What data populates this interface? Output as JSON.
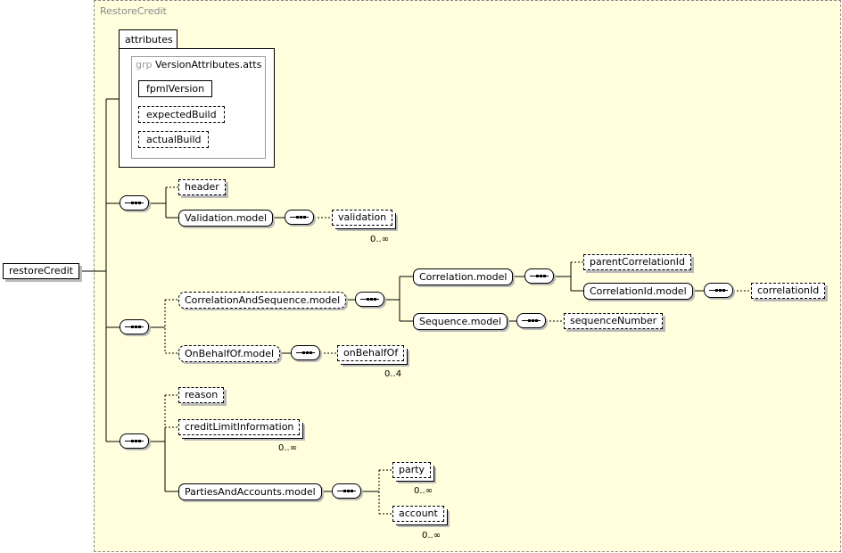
{
  "container_title": "RestoreCredit",
  "root": "restoreCredit",
  "attributes": {
    "tab_label": "attributes",
    "group_kw": "grp",
    "group_name": "VersionAttributes.atts",
    "items": [
      "fpmlVersion",
      "expectedBuild",
      "actualBuild"
    ]
  },
  "nodes": {
    "header": "header",
    "validation_model": "Validation.model",
    "validation": "validation",
    "correlation_and_sequence_model": "CorrelationAndSequence.model",
    "correlation_model": "Correlation.model",
    "parent_correlation_id": "parentCorrelationId",
    "correlation_id_model": "CorrelationId.model",
    "correlation_id": "correlationId",
    "sequence_model": "Sequence.model",
    "sequence_number": "sequenceNumber",
    "on_behalf_of_model": "OnBehalfOf.model",
    "on_behalf_of": "onBehalfOf",
    "reason": "reason",
    "credit_limit_information": "creditLimitInformation",
    "parties_and_accounts_model": "PartiesAndAccounts.model",
    "party": "party",
    "account": "account"
  },
  "cardinalities": {
    "validation": "0..∞",
    "on_behalf_of": "0..4",
    "credit_limit_information": "0..∞",
    "party": "0..∞",
    "account": "0..∞"
  }
}
